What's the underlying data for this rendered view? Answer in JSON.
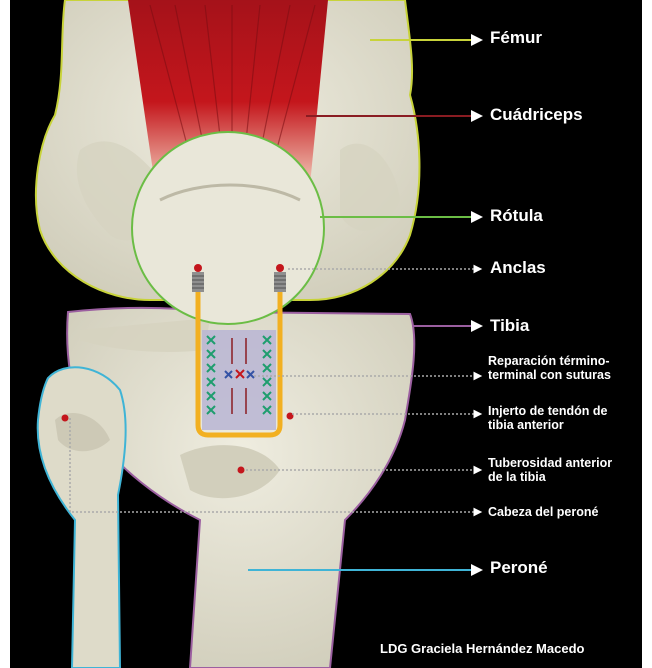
{
  "labels": {
    "femur": "Fémur",
    "quadriceps": "Cuádriceps",
    "patella": "Rótula",
    "anchors": "Anclas",
    "tibia": "Tibia",
    "repair_line1": "Reparación término-",
    "repair_line2": "terminal con suturas",
    "graft_line1": "Injerto de tendón de",
    "graft_line2": "tibia anterior",
    "tuberosity_line1": "Tuberosidad anterior",
    "tuberosity_line2": "de la tibia",
    "fibula_head": "Cabeza del peroné",
    "fibula": "Peroné"
  },
  "credit": "LDG Graciela Hernández Macedo",
  "colors": {
    "background": "#000000",
    "bone": "#e4e2d2",
    "bone_shadow": "#c9c6b4",
    "muscle": "#c4161c",
    "femur_leader": "#c8d33a",
    "quadriceps_leader": "#8a1c22",
    "patella_leader": "#6bbd45",
    "tibia_leader": "#9b5fa0",
    "fibula_leader": "#3fb4d6",
    "graft": "#f2b021",
    "suture_green": "#1f9d6e",
    "suture_blue": "#3553a5"
  }
}
